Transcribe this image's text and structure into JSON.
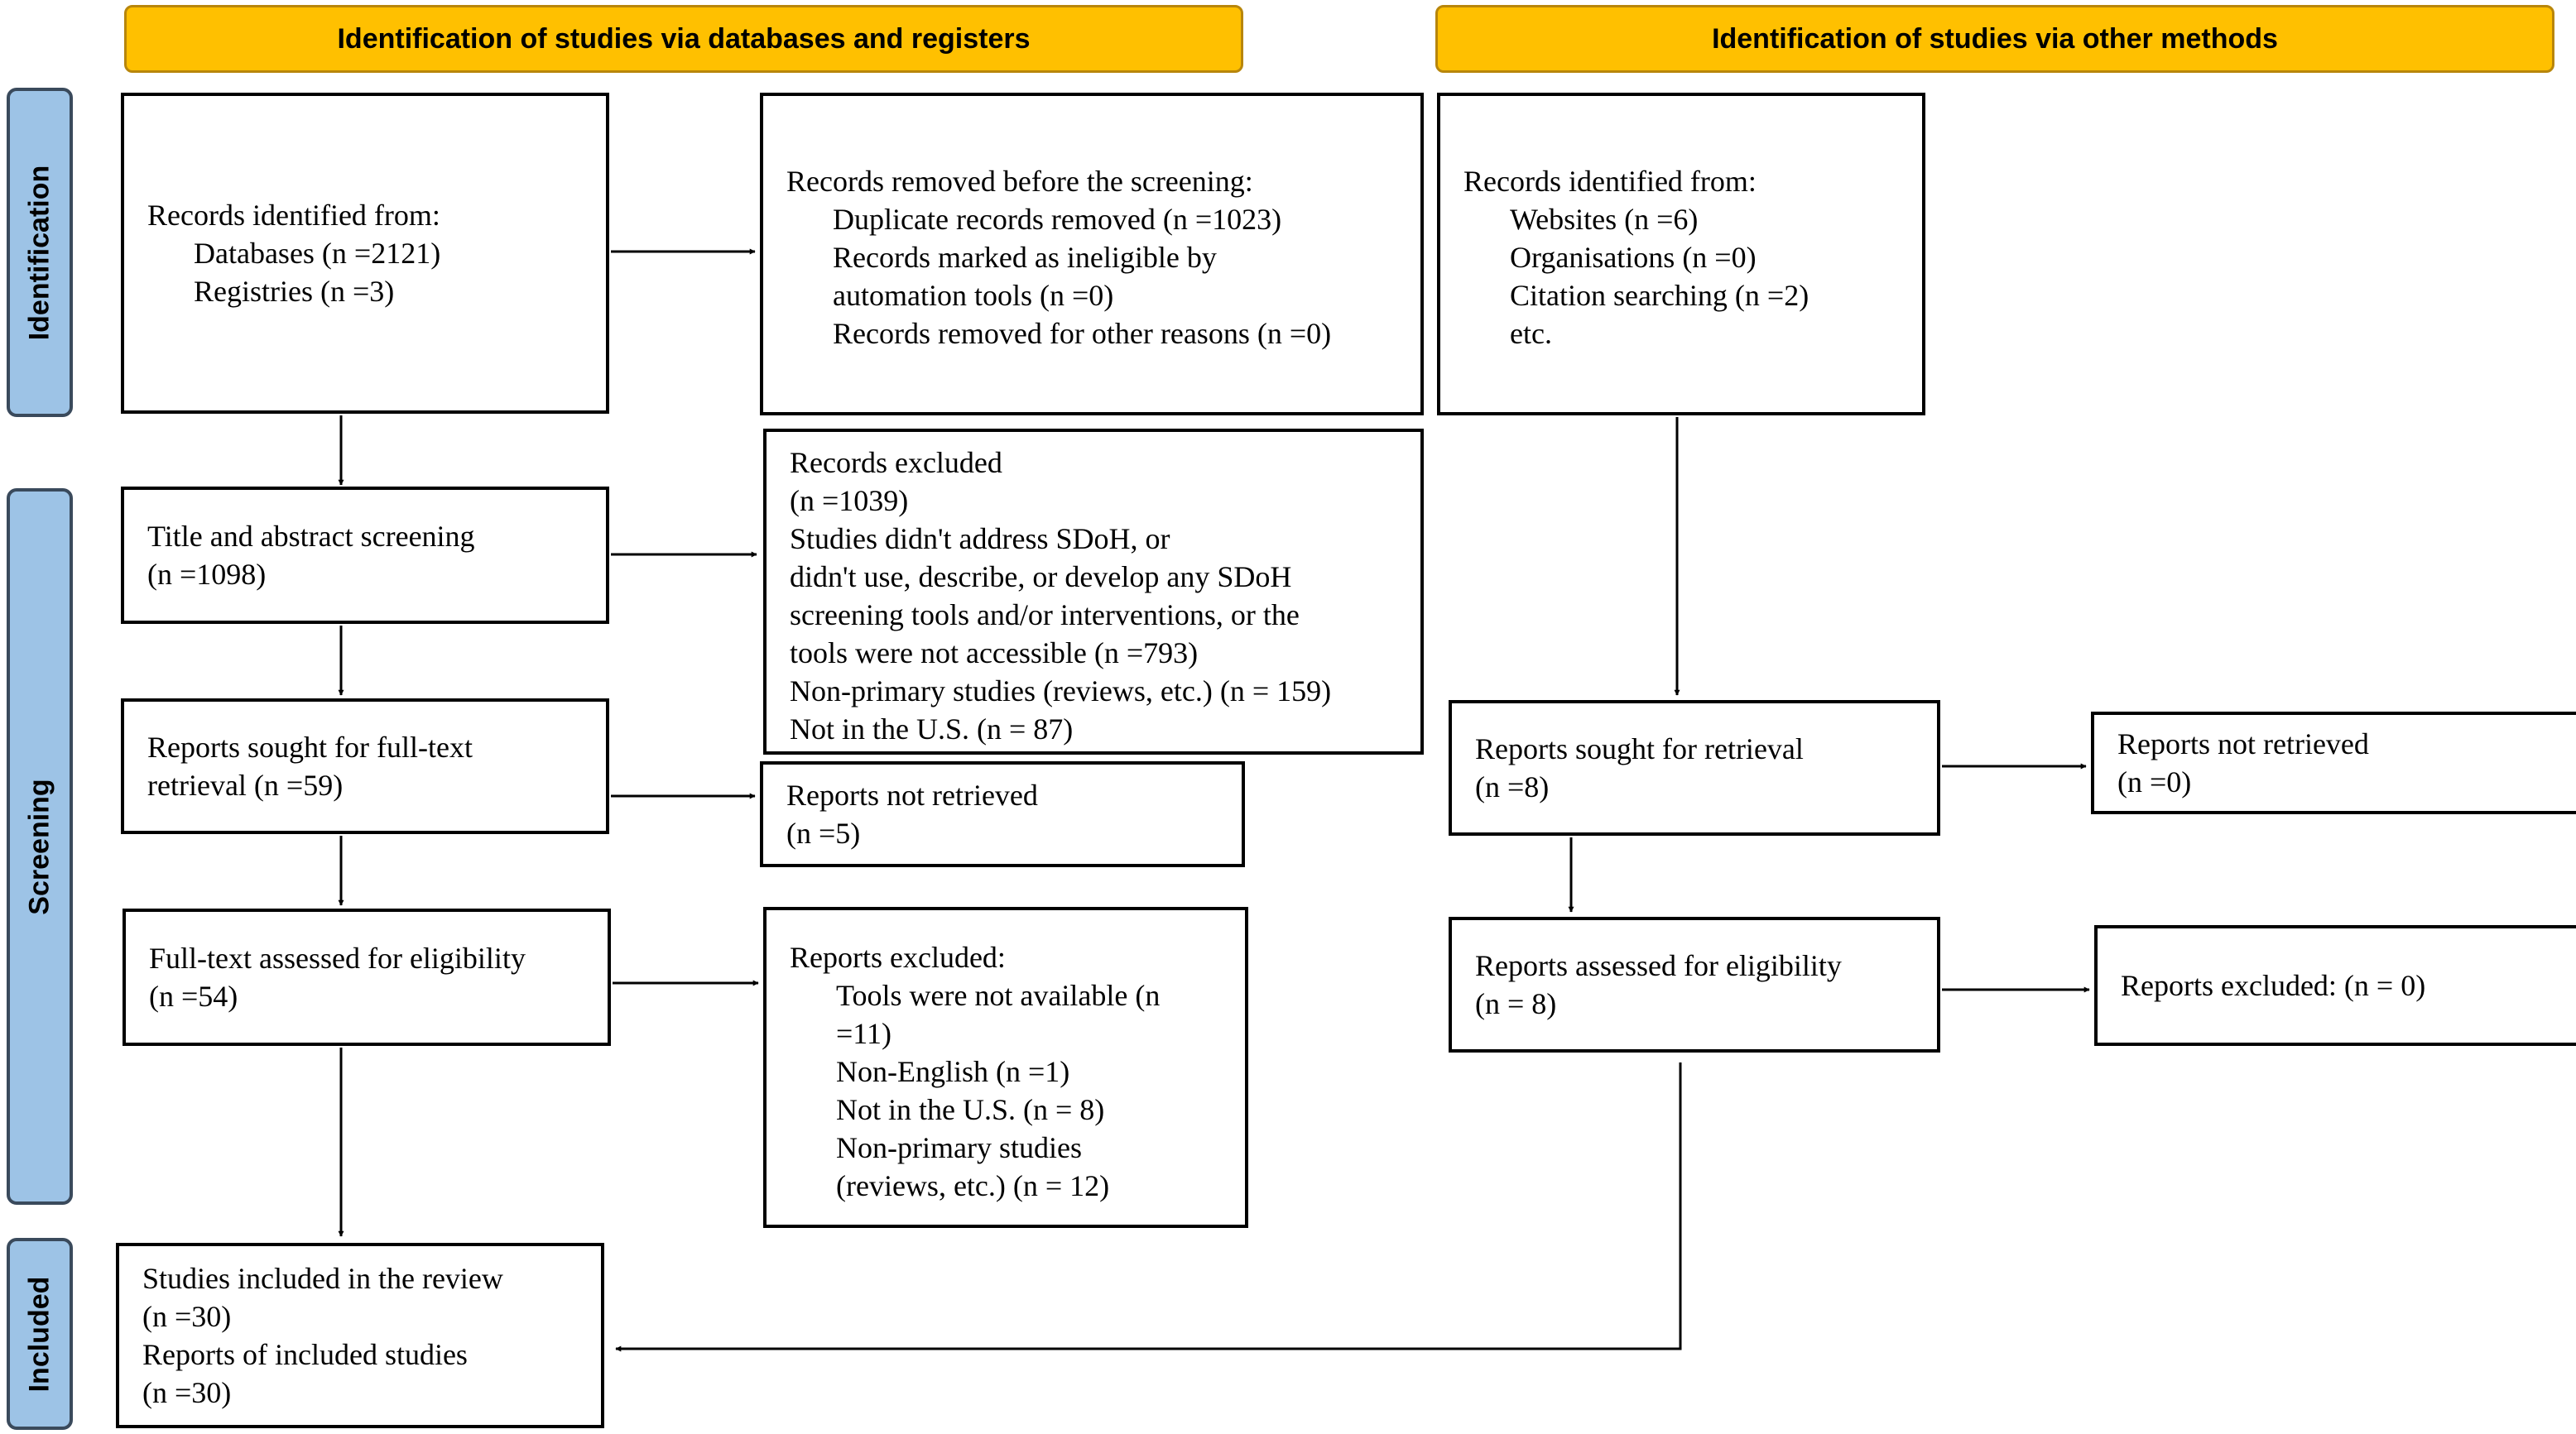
{
  "headers": {
    "databases": "Identification of studies via databases and registers",
    "other": "Identification of studies via other methods"
  },
  "phases": {
    "identification": "Identification",
    "screening": "Screening",
    "included": "Included"
  },
  "left": {
    "records_identified": {
      "title": "Records identified from:",
      "databases": "Databases (n =2121)",
      "registries": "Registries (n =3)"
    },
    "records_removed": {
      "title": "Records removed before the screening:",
      "duplicates": "Duplicate records removed (n =1023)",
      "ineligible_1": "Records marked as ineligible by",
      "ineligible_2": "automation tools (n =0)",
      "other": "Records removed for other reasons (n =0)"
    },
    "title_abstract": {
      "line1": "Title and abstract screening",
      "line2": "(n =1098)"
    },
    "records_excluded": {
      "line1": "Records excluded",
      "line2": "(n =1039)",
      "line3": "Studies didn't address SDoH, or",
      "line4": "didn't use, describe, or develop any SDoH",
      "line5": "screening tools and/or interventions, or the",
      "line6": "tools were not accessible (n =793)",
      "line7": "Non-primary studies (reviews, etc.) (n = 159)",
      "line8": "Not in the U.S. (n = 87)"
    },
    "sought": {
      "line1": "Reports sought for full-text",
      "line2": "retrieval (n =59)"
    },
    "not_retrieved": {
      "line1": "Reports not retrieved",
      "line2": "(n =5)"
    },
    "fulltext": {
      "line1": "Full-text assessed for eligibility",
      "line2": "(n =54)"
    },
    "reports_excluded": {
      "title": "Reports excluded:",
      "item1a": "Tools were not available (n",
      "item1b": "=11)",
      "item2": "Non-English (n =1)",
      "item3": "Not in the U.S. (n = 8)",
      "item4a": "Non-primary studies",
      "item4b": "(reviews, etc.) (n = 12)"
    },
    "included": {
      "line1": "Studies included in the review",
      "line2": "(n =30)",
      "line3": "Reports of included studies",
      "line4": "(n =30)"
    }
  },
  "right": {
    "records_identified": {
      "title": "Records identified from:",
      "websites": "Websites (n =6)",
      "organisations": "Organisations (n =0)",
      "citation": "Citation searching (n =2)",
      "etc": "etc."
    },
    "sought": {
      "line1": "Reports sought for retrieval",
      "line2": "(n =8)"
    },
    "not_retrieved": {
      "line1": "Reports not retrieved",
      "line2": "(n =0)"
    },
    "assessed": {
      "line1": "Reports assessed for eligibility",
      "line2": "(n = 8)"
    },
    "excluded": {
      "line1": "Reports excluded: (n = 0)"
    }
  }
}
